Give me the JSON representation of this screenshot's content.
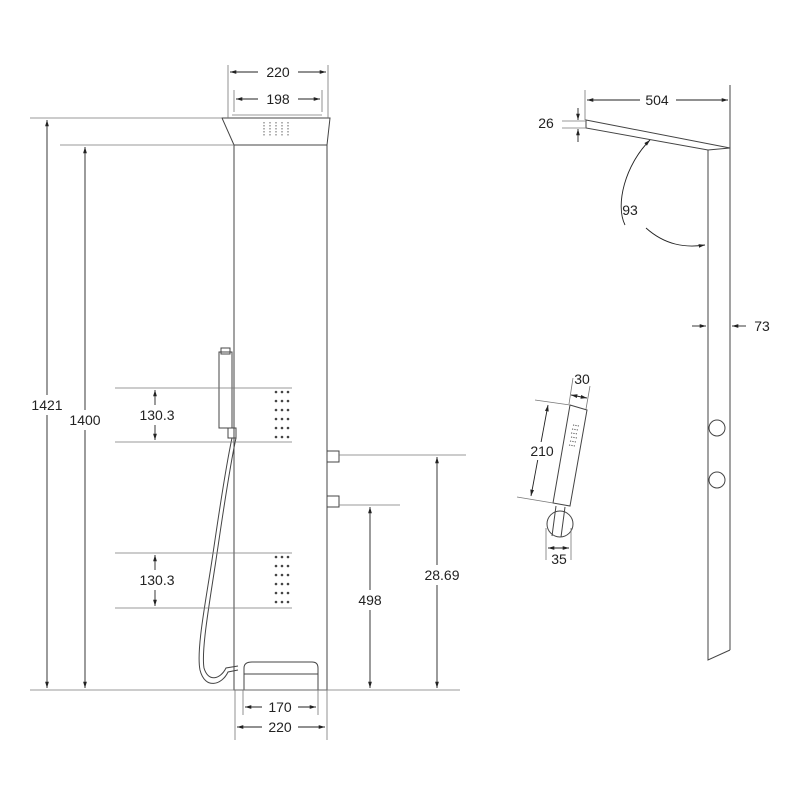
{
  "drawing": {
    "front_view": {
      "head_outer_width": "220",
      "head_inner_width": "198",
      "total_height": "1421",
      "panel_height": "1400",
      "upper_jet_spacing": "130.3",
      "lower_jet_spacing": "130.3",
      "upper_valve_height": "28.69",
      "lower_valve_height": "498",
      "spout_width": "170",
      "panel_width": "220"
    },
    "side_view": {
      "head_length": "504",
      "head_thickness": "26",
      "head_angle": "93",
      "panel_depth": "73"
    },
    "hand_shower": {
      "length": "210",
      "width": "30",
      "holder_width": "35"
    }
  }
}
